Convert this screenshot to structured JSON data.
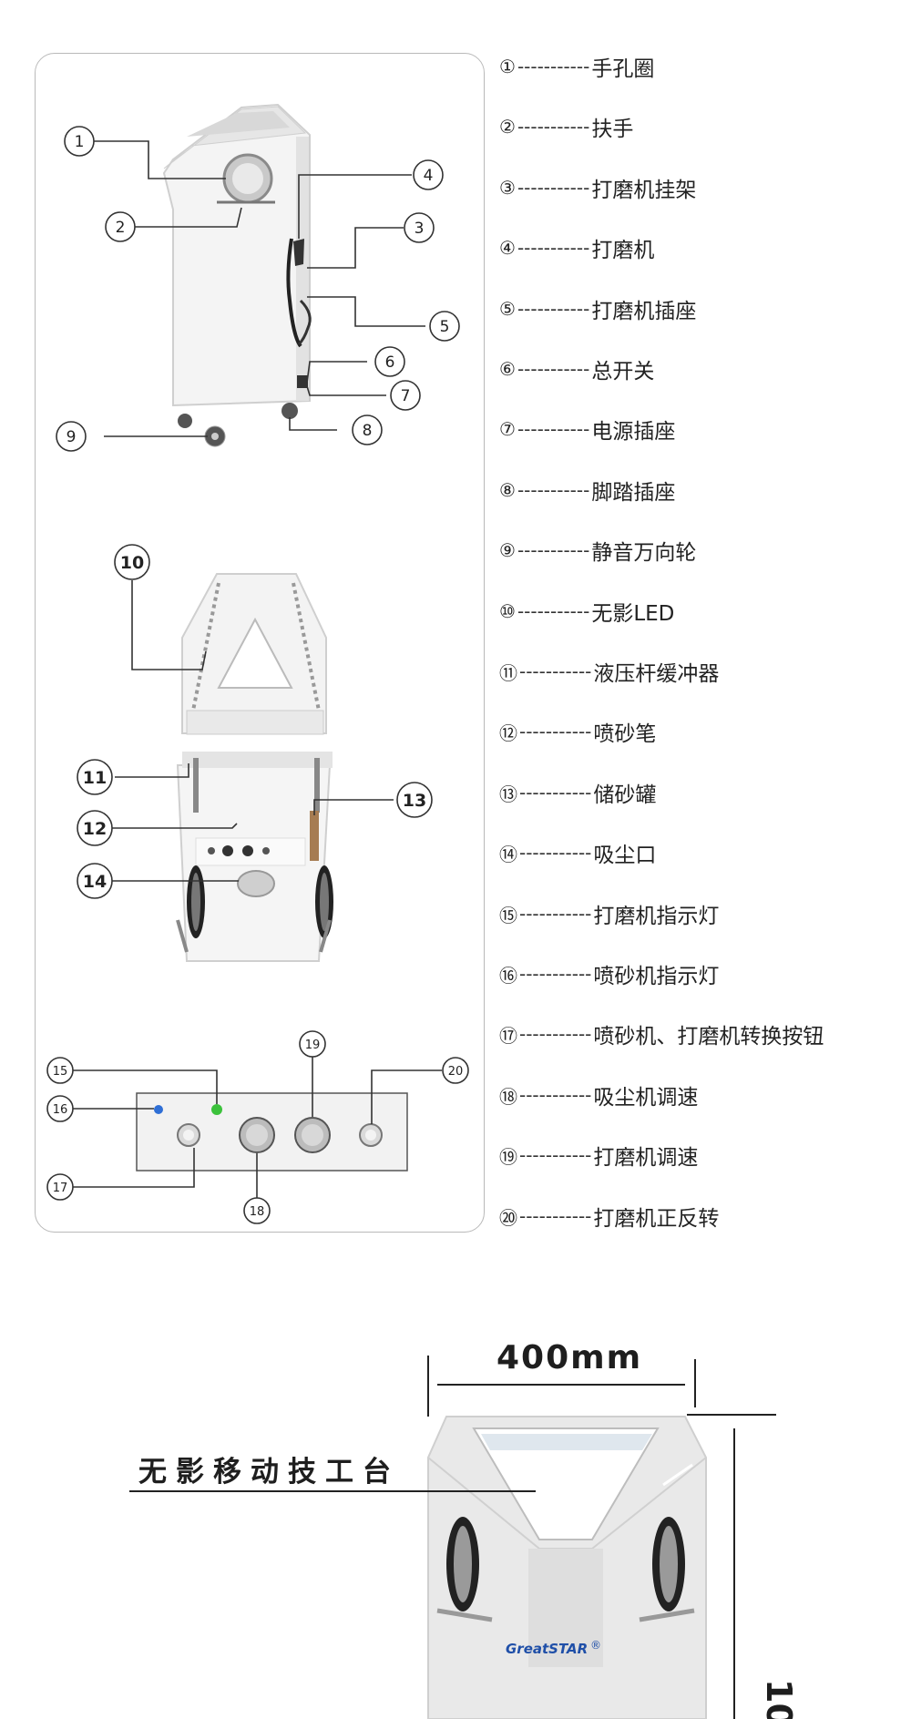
{
  "legend": [
    {
      "num": "①",
      "dashes": "-----------",
      "label": "手孔圈"
    },
    {
      "num": "②",
      "dashes": "-----------",
      "label": "扶手"
    },
    {
      "num": "③",
      "dashes": "-----------",
      "label": "打磨机挂架"
    },
    {
      "num": "④",
      "dashes": "-----------",
      "label": "打磨机"
    },
    {
      "num": "⑤",
      "dashes": "-----------",
      "label": "打磨机插座"
    },
    {
      "num": "⑥",
      "dashes": "-----------",
      "label": "总开关"
    },
    {
      "num": "⑦",
      "dashes": "-----------",
      "label": "电源插座"
    },
    {
      "num": "⑧",
      "dashes": "-----------",
      "label": "脚踏插座"
    },
    {
      "num": "⑨",
      "dashes": "-----------",
      "label": "静音万向轮"
    },
    {
      "num": "⑩",
      "dashes": "-----------",
      "label": "无影LED"
    },
    {
      "num": "⑪",
      "dashes": "-----------",
      "label": "液压杆缓冲器"
    },
    {
      "num": "⑫",
      "dashes": "-----------",
      "label": "喷砂笔"
    },
    {
      "num": "⑬",
      "dashes": "-----------",
      "label": "储砂罐"
    },
    {
      "num": "⑭",
      "dashes": "-----------",
      "label": "吸尘口"
    },
    {
      "num": "⑮",
      "dashes": "-----------",
      "label": "打磨机指示灯"
    },
    {
      "num": "⑯",
      "dashes": "-----------",
      "label": "喷砂机指示灯"
    },
    {
      "num": "⑰",
      "dashes": "-----------",
      "label": "喷砂机、打磨机转换按钮"
    },
    {
      "num": "⑱",
      "dashes": "-----------",
      "label": "吸尘机调速"
    },
    {
      "num": "⑲",
      "dashes": "-----------",
      "label": "打磨机调速"
    },
    {
      "num": "⑳",
      "dashes": "-----------",
      "label": "打磨机正反转"
    }
  ],
  "callouts": {
    "c1": "1",
    "c2": "2",
    "c3": "3",
    "c4": "4",
    "c5": "5",
    "c6": "6",
    "c7": "7",
    "c8": "8",
    "c9": "9",
    "c10": "10",
    "c11": "11",
    "c12": "12",
    "c13": "13",
    "c14": "14",
    "c15": "15",
    "c16": "16",
    "c17": "17",
    "c18": "18",
    "c19": "19",
    "c20": "20"
  },
  "width_label": "400mm",
  "height_label_partial": "10",
  "product_title": "无影移动技工台",
  "brand": "GreatSTAR",
  "brand_mark": "®",
  "colors": {
    "indicator_blue": "#2f6fd6",
    "indicator_green": "#3cc23c",
    "brand_blue": "#1f4fa8"
  }
}
